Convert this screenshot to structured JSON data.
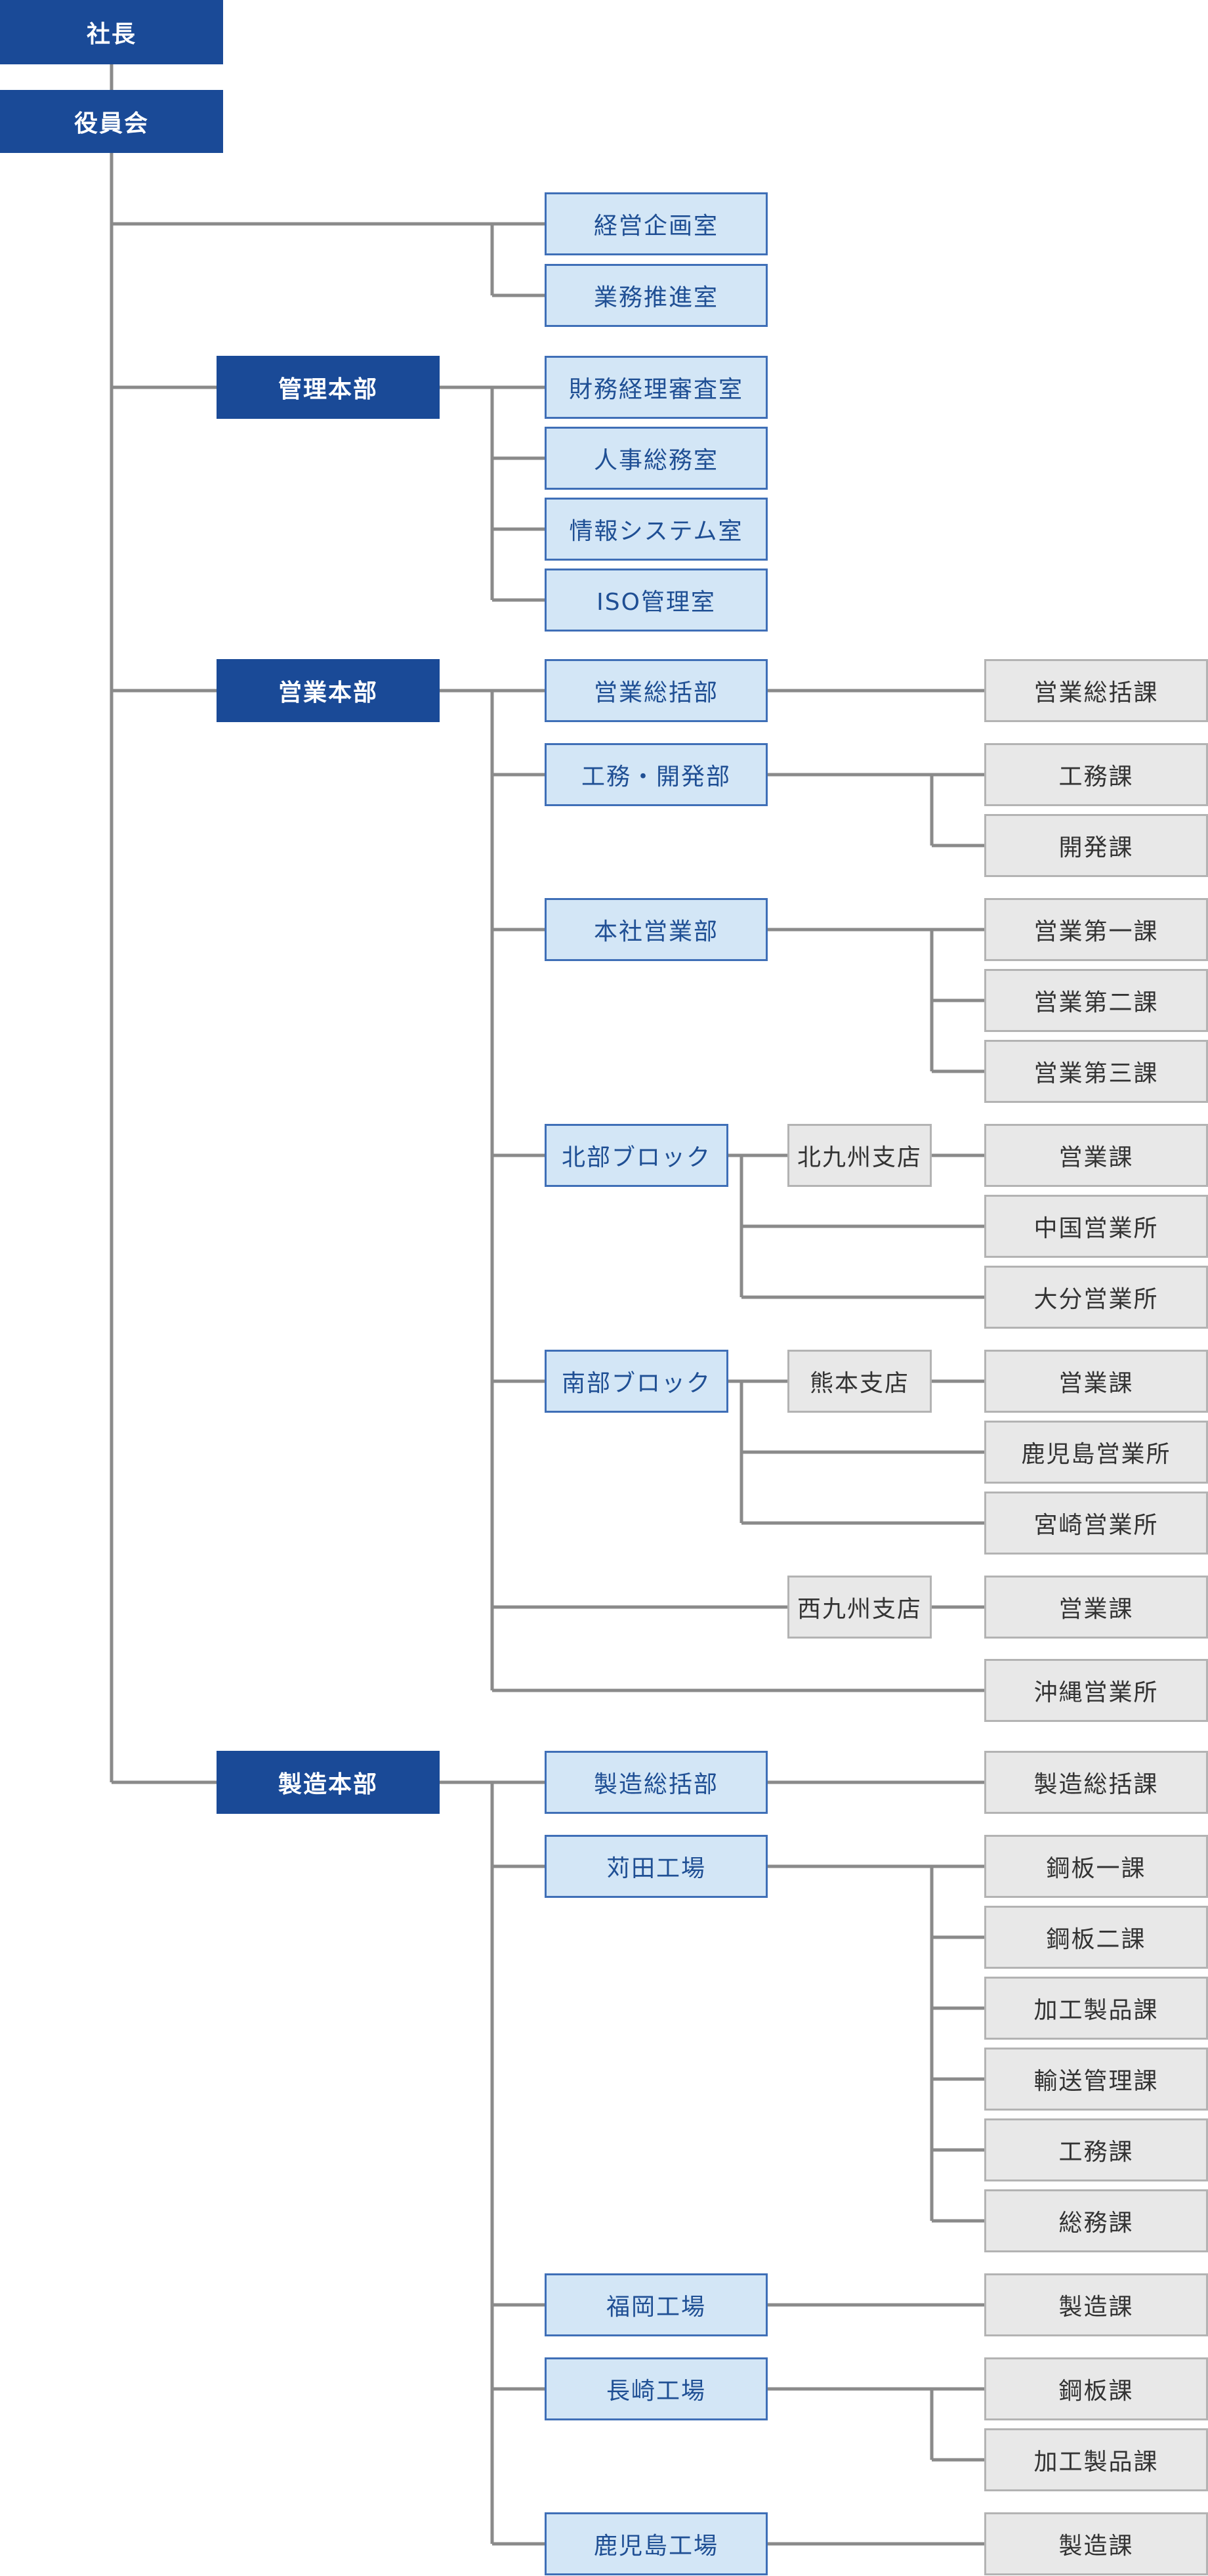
{
  "executive": {
    "president": "社長",
    "board": "役員会"
  },
  "divisions": {
    "management": "管理本部",
    "sales": "営業本部",
    "manufacturing": "製造本部"
  },
  "departments": {
    "corporate_planning": "経営企画室",
    "business_promotion": "業務推進室",
    "finance_audit": "財務経理審査室",
    "hr_general": "人事総務室",
    "info_systems": "情報システム室",
    "iso_management": "ISO管理室",
    "sales_general": "営業総括部",
    "engineering_dev": "工務・開発部",
    "hq_sales": "本社営業部",
    "north_block": "北部ブロック",
    "south_block": "南部ブロック",
    "mfg_general": "製造総括部",
    "karita_plant": "苅田工場",
    "fukuoka_plant": "福岡工場",
    "nagasaki_plant": "長崎工場",
    "kagoshima_plant": "鹿児島工場"
  },
  "branches": {
    "kitakyushu": "北九州支店",
    "kumamoto": "熊本支店",
    "nishikyushu": "西九州支店"
  },
  "sections": {
    "sales_general_section": "営業総括課",
    "engineering_section": "工務課",
    "development_section": "開発課",
    "sales_1": "営業第一課",
    "sales_2": "営業第二課",
    "sales_3": "営業第三課",
    "kitakyushu_sales": "営業課",
    "chugoku_office": "中国営業所",
    "oita_office": "大分営業所",
    "kumamoto_sales": "営業課",
    "kagoshima_office": "鹿児島営業所",
    "miyazaki_office": "宮崎営業所",
    "nishikyushu_sales": "営業課",
    "okinawa_office": "沖縄営業所",
    "mfg_general_section": "製造総括課",
    "steel_1": "鋼板一課",
    "steel_2": "鋼板二課",
    "processed_products": "加工製品課",
    "transport_mgmt": "輸送管理課",
    "karita_engineering": "工務課",
    "general_affairs": "総務課",
    "fukuoka_manufacturing": "製造課",
    "steel_plate": "鋼板課",
    "nagasaki_processed": "加工製品課",
    "kagoshima_manufacturing": "製造課"
  }
}
